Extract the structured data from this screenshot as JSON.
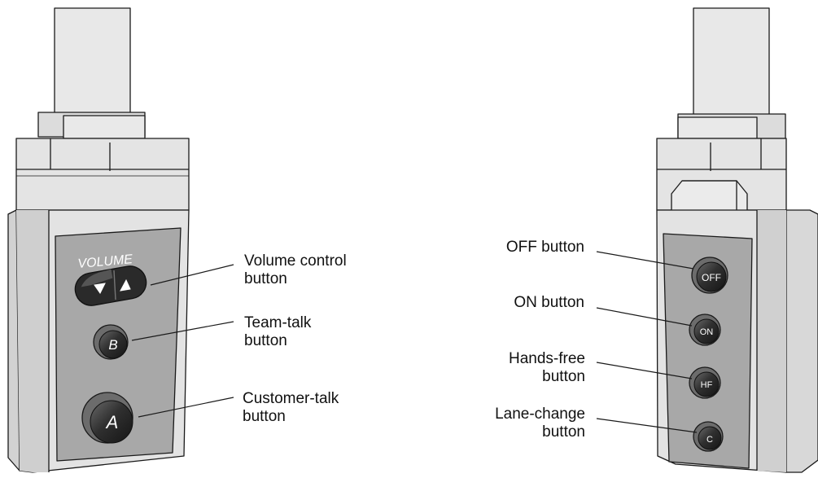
{
  "left_device": {
    "panel_title": "VOLUME",
    "button_b": "B",
    "button_a": "A",
    "labels": {
      "volume_1": "Volume control",
      "volume_2": "button",
      "team_1": "Team-talk",
      "team_2": "button",
      "customer_1": "Customer-talk",
      "customer_2": "button"
    }
  },
  "right_device": {
    "button_off": "OFF",
    "button_on": "ON",
    "button_hf": "HF",
    "button_c": "C",
    "labels": {
      "off": "OFF button",
      "on": "ON button",
      "hands_1": "Hands-free",
      "hands_2": "button",
      "lane_1": "Lane-change",
      "lane_2": "button"
    }
  },
  "colors": {
    "housing": "#e6e6e6",
    "housing_shade": "#c9c9c9",
    "panel": "#a9a9a9",
    "button_dark": "#2b2b2b",
    "button_rim": "#707070",
    "outline": "#1a1a1a"
  }
}
